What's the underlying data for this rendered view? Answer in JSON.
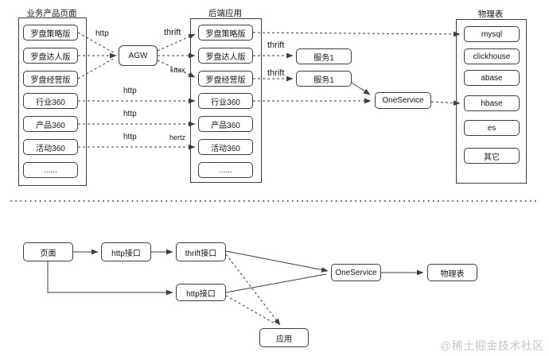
{
  "top": {
    "left_panel": {
      "title": "业务产品页面",
      "items": [
        "罗盘策略版",
        "罗盘达人版",
        "罗盘经营版",
        "行业360",
        "产品360",
        "活动360",
        "......"
      ]
    },
    "middle_panel": {
      "title": "后端应用",
      "items": [
        "罗盘策略版",
        "罗盘达人版",
        "罗盘经营版",
        "行业360",
        "产品360",
        "活动360",
        "......"
      ]
    },
    "right_panel": {
      "title": "物理表",
      "items": [
        "mysql",
        "clickhouse",
        "abase",
        "hbase",
        "es",
        "其它"
      ]
    },
    "nodes": {
      "agw": "AGW",
      "service1": "服务1",
      "service2": "服务1",
      "oneservice": "OneService"
    },
    "edge_labels": {
      "http_agw": "http",
      "thrift_agw": "thrift",
      "kitex": "kitex",
      "thrift_service1": "thrift",
      "thrift_service2": "thrift",
      "http_industry": "http",
      "http_product": "http",
      "http_activity": "http",
      "hertz": "hertz"
    }
  },
  "bottom": {
    "nodes": {
      "page": "页面",
      "http_api_1": "http接口",
      "thrift_api": "thrift接口",
      "http_api_2": "http接口",
      "app": "应用",
      "oneservice": "OneService",
      "physical_table": "物理表"
    }
  },
  "watermark": "@稀土掘金技术社区"
}
